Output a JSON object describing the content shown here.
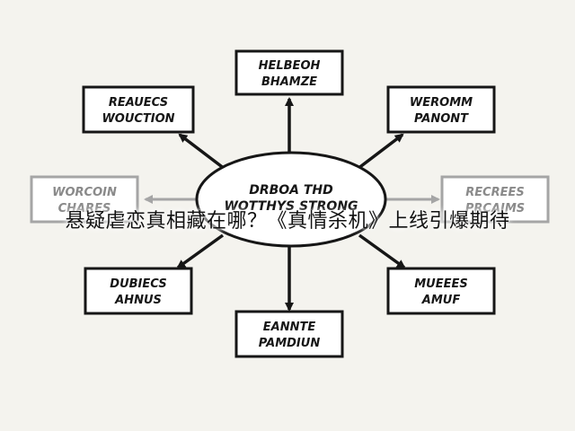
{
  "diagram": {
    "center": {
      "lines": [
        "DRBOA THD",
        "WOTTHYS STRONG"
      ]
    },
    "nodes": [
      {
        "id": "top",
        "lines": [
          "HELBEOH",
          "BHAMZE"
        ],
        "faded": false
      },
      {
        "id": "top-right",
        "lines": [
          "WEROMM",
          "PANONT"
        ],
        "faded": false
      },
      {
        "id": "right",
        "lines": [
          "RECREES",
          "PRCAIMS"
        ],
        "faded": true
      },
      {
        "id": "bottom-right",
        "lines": [
          "MUEEES",
          "AMUF"
        ],
        "faded": false
      },
      {
        "id": "bottom",
        "lines": [
          "EANNTE",
          "PAMDIUN"
        ],
        "faded": false
      },
      {
        "id": "bottom-left",
        "lines": [
          "DUBIECS",
          "AHNUS"
        ],
        "faded": false
      },
      {
        "id": "left",
        "lines": [
          "WORCOIN",
          "CHARES"
        ],
        "faded": true
      },
      {
        "id": "top-left",
        "lines": [
          "REAUECS",
          "WOUCTION"
        ],
        "faded": false
      }
    ]
  },
  "overlay_caption": "悬疑虐恋真相藏在哪？《真情杀机》上线引爆期待",
  "colors": {
    "ink": "#161616",
    "faded": "#a5a5a5",
    "background": "#f4f3ee"
  }
}
